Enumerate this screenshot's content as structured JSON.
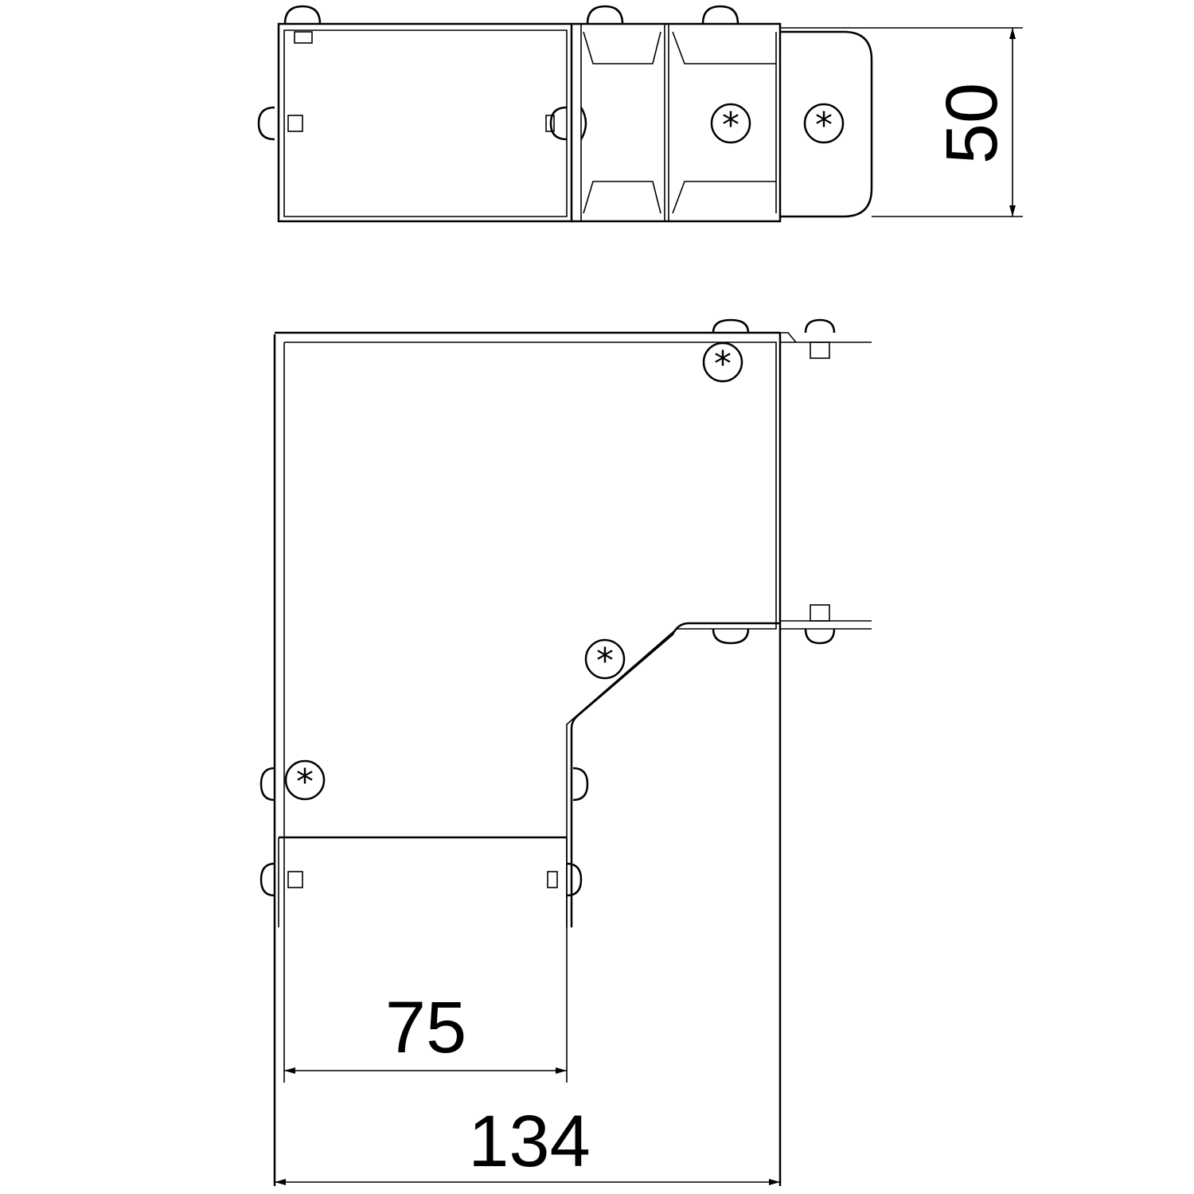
{
  "drawing": {
    "top_view": {
      "dimension_height": "50"
    },
    "front_view": {
      "dimension_inner_width": "75",
      "dimension_overall_width": "134"
    },
    "colors": {
      "line": "#000000",
      "background": "#ffffff"
    }
  }
}
